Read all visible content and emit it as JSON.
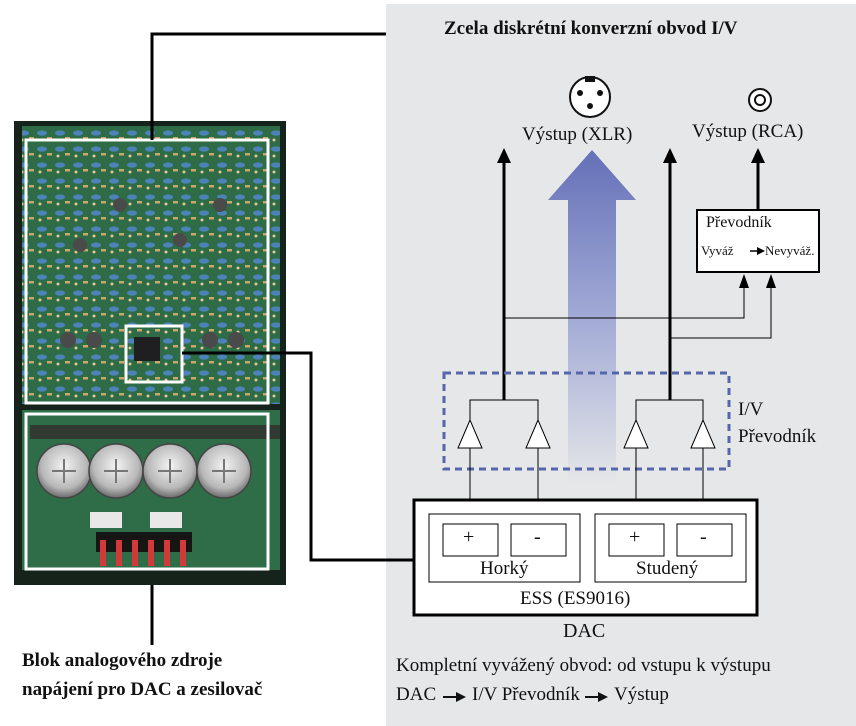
{
  "colors": {
    "panel": "#e6e7e8",
    "pcb": "#2c6b45",
    "arrow_gradient_top": "#6572b8",
    "arrow_gradient_bottom": "#e6e7e8",
    "dashed": "#5566aa"
  },
  "diagram": {
    "title": "Zcela diskrétní konverzní obvod I/V",
    "outputs": {
      "xlr": {
        "label": "Výstup (XLR)",
        "icon": "xlr-connector-icon"
      },
      "rca": {
        "label": "Výstup (RCA)",
        "icon": "rca-jack-icon"
      }
    },
    "converter_box": {
      "line1": "Převodník",
      "line2_left": "Vyváž",
      "line2_right": "Nevyváž."
    },
    "iv_block": {
      "line1": "I/V",
      "line2": "Převodník"
    },
    "dac_chip": {
      "hot_group": {
        "label": "Horký",
        "plus": "+",
        "minus": "-"
      },
      "cold_group": {
        "label": "Studený",
        "plus": "+",
        "minus": "-"
      },
      "chip_label": "ESS (ES9016)",
      "dac_label": "DAC"
    },
    "caption": {
      "line1": "Kompletní vyvážený obvod: od vstupu k výstupu",
      "line2_a": "DAC",
      "line2_b": "I/V Převodník",
      "line2_c": "Výstup"
    }
  },
  "photo": {
    "caption_line1": "Blok analogového zdroje",
    "caption_line2": "napájení pro DAC a zesilovač"
  }
}
